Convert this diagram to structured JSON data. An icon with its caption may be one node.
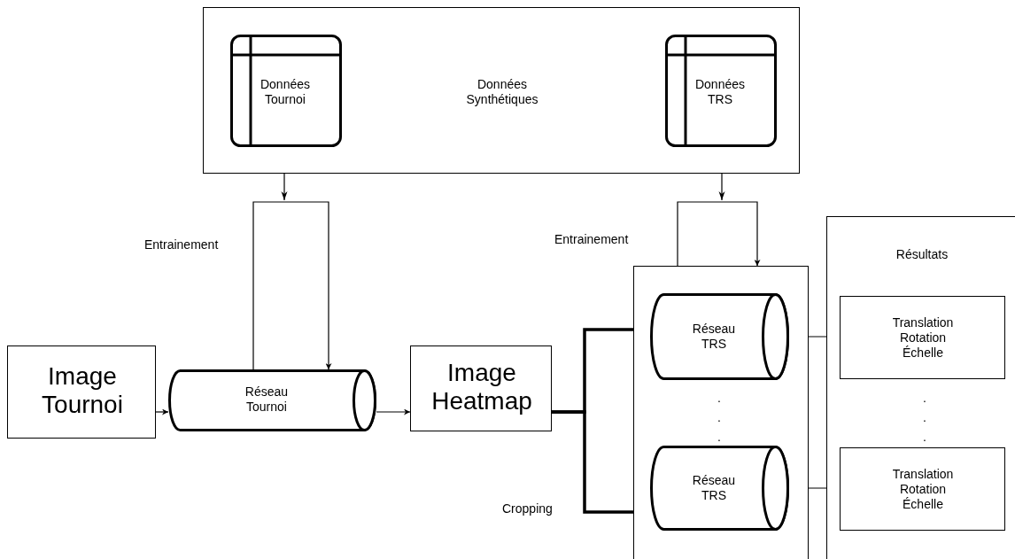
{
  "diagram": {
    "nodes": [
      {
        "text": [
          "Données Synthétiques"
        ]
      },
      {
        "text": [
          "Données Tournoi"
        ],
        "in": 0
      },
      {
        "text": [
          "Données TRS"
        ],
        "in": 0
      },
      {
        "text": [
          "Image Tournoi"
        ]
      },
      {
        "text": [
          "Réseau Tournoi"
        ]
      },
      {
        "text": [
          "Image Heatmap"
        ]
      },
      {
        "text": [],
        "shape": "box"
      },
      {
        "text": [
          "Réseau TRS"
        ],
        "in": 6
      },
      {
        "text": [
          "Réseau TRS"
        ],
        "in": 6
      },
      {
        "text": [
          "Résultats"
        ]
      },
      {
        "text": [
          "Translation Rotation Échelle"
        ],
        "in": 9
      },
      {
        "text": [
          "Translation Rotation Échelle"
        ],
        "in": 9
      }
    ],
    "edges": [
      {
        "from": 1,
        "to": 4,
        "arrow": "to",
        "label": "Entrainement"
      },
      {
        "from": 2,
        "to": 6,
        "arrow": "to",
        "label": "Entrainement"
      },
      {
        "from": 3,
        "to": 4,
        "arrow": "to"
      },
      {
        "from": 4,
        "to": 5,
        "arrow": "to"
      },
      {
        "from": 5,
        "to": 7,
        "arrow": "none",
        "style": "thick"
      },
      {
        "from": 5,
        "to": 8,
        "arrow": "none",
        "style": "thick",
        "label": "Cropping"
      },
      {
        "from": 7,
        "to": 10,
        "arrow": "to"
      },
      {
        "from": 8,
        "to": 11,
        "arrow": "to"
      }
    ],
    "labels": [
      ".",
      ".",
      ".",
      ".",
      ".",
      "."
    ]
  }
}
